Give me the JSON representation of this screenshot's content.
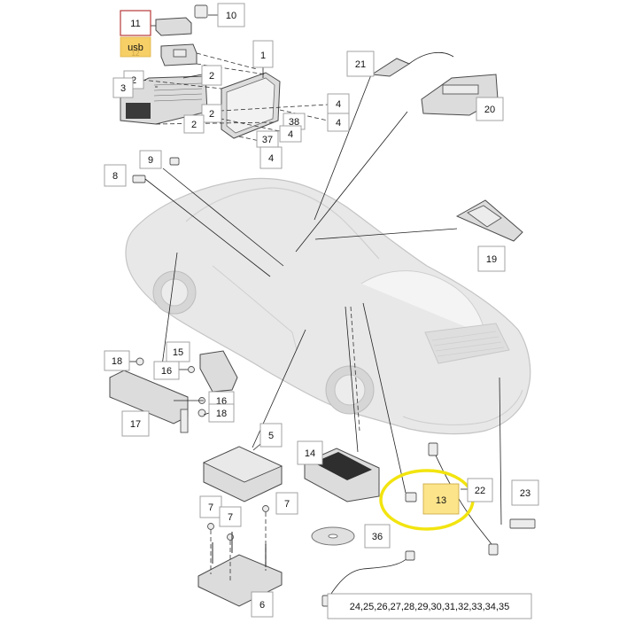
{
  "callouts": {
    "c1": "1",
    "c2a": "2",
    "c2b": "2",
    "c2c": "2",
    "c2d": "2",
    "c3": "3",
    "c4a": "4",
    "c4b": "4",
    "c4c": "4",
    "c4d": "4",
    "c5": "5",
    "c6": "6",
    "c7a": "7",
    "c7b": "7",
    "c7c": "7",
    "c8": "8",
    "c9": "9",
    "c10": "10",
    "c11": "11",
    "c13": "13",
    "c14": "14",
    "c15": "15",
    "c16a": "16",
    "c16b": "16",
    "c17": "17",
    "c18a": "18",
    "c18b": "18",
    "c19": "19",
    "c20": "20",
    "c21": "21",
    "c22": "22",
    "c23": "23",
    "c24": "24,25,26,27,28,29,30,31,32,33,34,35",
    "c36": "36",
    "c37": "37",
    "c38": "38"
  },
  "badges": {
    "usb": "usb",
    "ghost12": "12"
  },
  "colors": {
    "usb_badge": "#f6cf67",
    "highlight_box": "#fce48a",
    "highlight_ring": "#f2e40f",
    "red_box": "#b83a3a"
  }
}
